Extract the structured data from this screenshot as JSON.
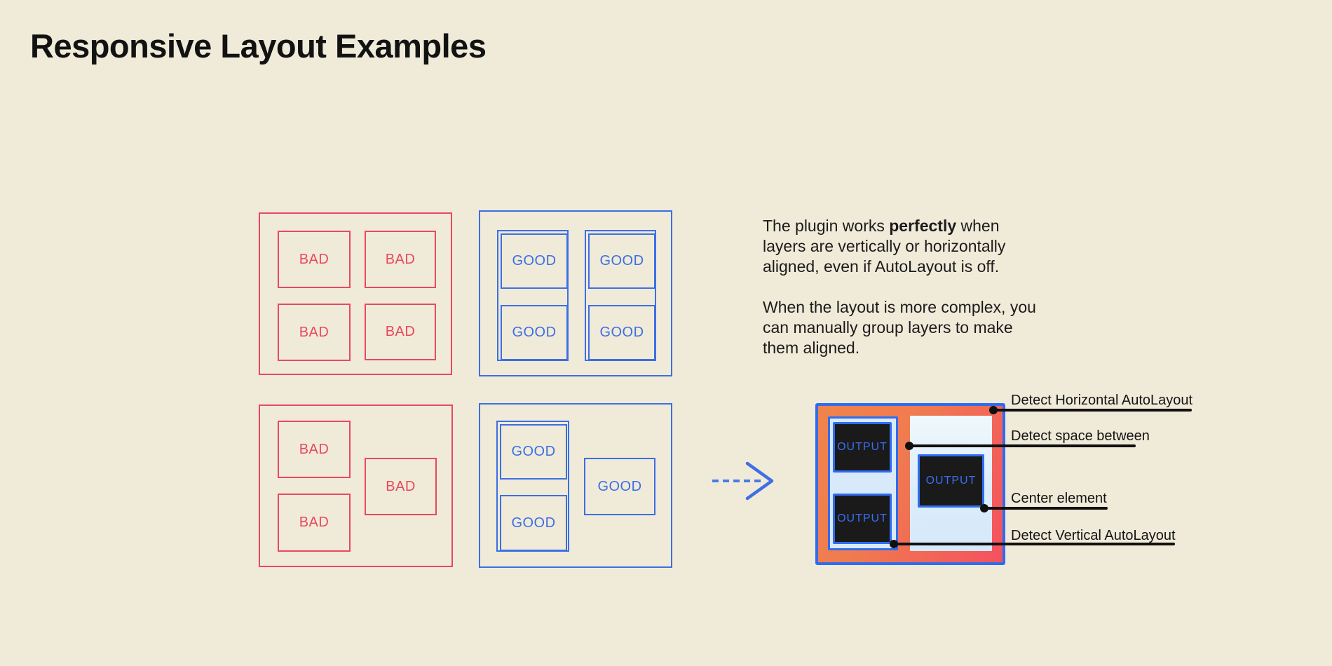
{
  "title": "Responsive Layout Examples",
  "labels": {
    "bad": "BAD",
    "good": "GOOD",
    "output": "OUTPUT"
  },
  "description": {
    "paragraphs": [
      {
        "lines": [
          [
            {
              "text": "The plugin works ",
              "bold": false
            },
            {
              "text": "perfectly",
              "bold": true
            },
            {
              "text": " when",
              "bold": false
            }
          ],
          [
            {
              "text": "layers are vertically or horizontally",
              "bold": false
            }
          ],
          [
            {
              "text": "aligned, even if AutoLayout is off.",
              "bold": false
            }
          ]
        ]
      },
      {
        "lines": [
          [
            {
              "text": "When the layout is more complex, you",
              "bold": false
            }
          ],
          [
            {
              "text": "can manually group layers to make",
              "bold": false
            }
          ],
          [
            {
              "text": "them aligned.",
              "bold": false
            }
          ]
        ]
      }
    ]
  },
  "annotations": [
    "Detect Horizontal AutoLayout",
    "Detect space between",
    "Center element",
    "Detect Vertical AutoLayout"
  ],
  "colors": {
    "background": "#F0EAD9",
    "bad_red": "#E8495D",
    "good_blue": "#3B6FE4",
    "frame_border_blue": "#2E6CF0",
    "frame_gradient_orange": "#F0834C",
    "frame_gradient_red": "#F4515F",
    "group_fill_lightblue": "#D8EAFA",
    "output_box_dark": "#1A1A1A",
    "output_text_blue": "#3A6FF5",
    "annotation_black": "#101010",
    "body_text": "#1B1B1B"
  }
}
